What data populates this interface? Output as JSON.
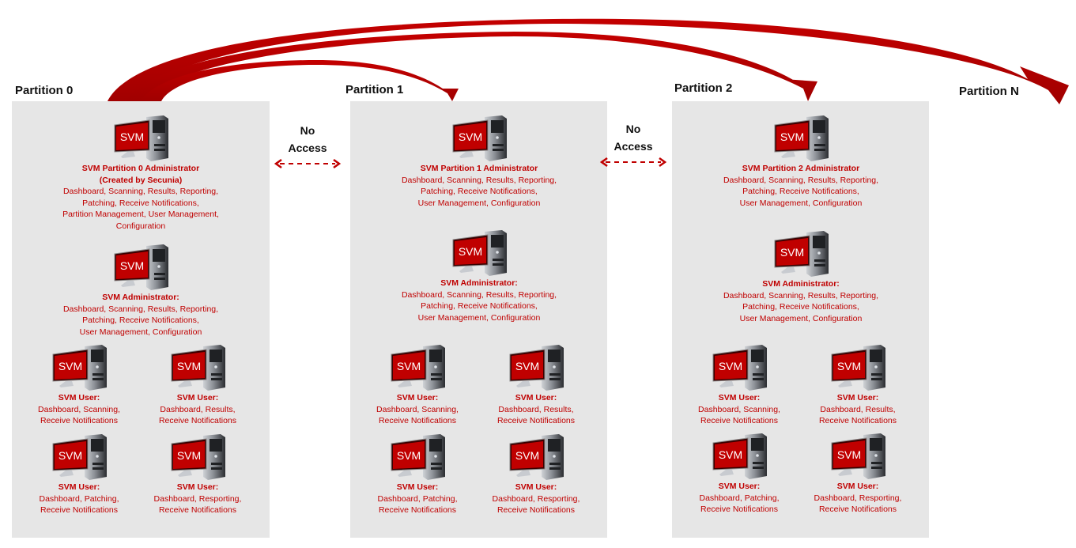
{
  "diagram_title": "SVM Partition Structure",
  "colors": {
    "accent_red": "#c00000",
    "arrow_red": "#b30000",
    "panel_bg": "#e6e6e6",
    "title_text": "#111111"
  },
  "icon_label": "SVM",
  "no_access_label": "No Access",
  "no_access_lines": [
    "No",
    "Access"
  ],
  "partitions": [
    {
      "title": "Partition 0",
      "admin": {
        "role": "SVM Partition 0 Administrator",
        "subtitle": "(Created by Secunia)",
        "permissions": [
          "Dashboard, Scanning, Results, Reporting,",
          "Patching, Receive Notifications,",
          "Partition Management, User Management,",
          "Configuration"
        ]
      },
      "svm_admin": {
        "role": "SVM Administrator:",
        "permissions": [
          "Dashboard, Scanning, Results, Reporting,",
          "Patching, Receive Notifications,",
          "User Management, Configuration"
        ]
      },
      "users": [
        {
          "role": "SVM User:",
          "permissions": [
            "Dashboard, Scanning,",
            "Receive Notifications"
          ]
        },
        {
          "role": "SVM User:",
          "permissions": [
            "Dashboard, Results,",
            "Receive Notifications"
          ]
        },
        {
          "role": "SVM User:",
          "permissions": [
            "Dashboard, Patching,",
            "Receive Notifications"
          ]
        },
        {
          "role": "SVM User:",
          "permissions": [
            "Dashboard, Resporting,",
            "Receive Notifications"
          ]
        }
      ]
    },
    {
      "title": "Partition 1",
      "admin": {
        "role": "SVM Partition 1 Administrator",
        "permissions": [
          "Dashboard, Scanning, Results, Reporting,",
          "Patching, Receive Notifications,",
          "User Management, Configuration"
        ]
      },
      "svm_admin": {
        "role": "SVM Administrator:",
        "permissions": [
          "Dashboard, Scanning, Results, Reporting,",
          "Patching, Receive Notifications,",
          "User Management, Configuration"
        ]
      },
      "users": [
        {
          "role": "SVM User:",
          "permissions": [
            "Dashboard, Scanning,",
            "Receive Notifications"
          ]
        },
        {
          "role": "SVM User:",
          "permissions": [
            "Dashboard, Results,",
            "Receive Notifications"
          ]
        },
        {
          "role": "SVM User:",
          "permissions": [
            "Dashboard, Patching,",
            "Receive Notifications"
          ]
        },
        {
          "role": "SVM User:",
          "permissions": [
            "Dashboard, Resporting,",
            "Receive Notifications"
          ]
        }
      ]
    },
    {
      "title": "Partition 2",
      "admin": {
        "role": "SVM Partition 2 Administrator",
        "permissions": [
          "Dashboard, Scanning, Results, Reporting,",
          "Patching, Receive Notifications,",
          "User Management, Configuration"
        ]
      },
      "svm_admin": {
        "role": "SVM Administrator:",
        "permissions": [
          "Dashboard, Scanning, Results, Reporting,",
          "Patching, Receive Notifications,",
          "User Management, Configuration"
        ]
      },
      "users": [
        {
          "role": "SVM User:",
          "permissions": [
            "Dashboard, Scanning,",
            "Receive Notifications"
          ]
        },
        {
          "role": "SVM User:",
          "permissions": [
            "Dashboard, Results,",
            "Receive Notifications"
          ]
        },
        {
          "role": "SVM User:",
          "permissions": [
            "Dashboard, Patching,",
            "Receive Notifications"
          ]
        },
        {
          "role": "SVM User:",
          "permissions": [
            "Dashboard, Resporting,",
            "Receive Notifications"
          ]
        }
      ]
    },
    {
      "title": "Partition N"
    }
  ]
}
